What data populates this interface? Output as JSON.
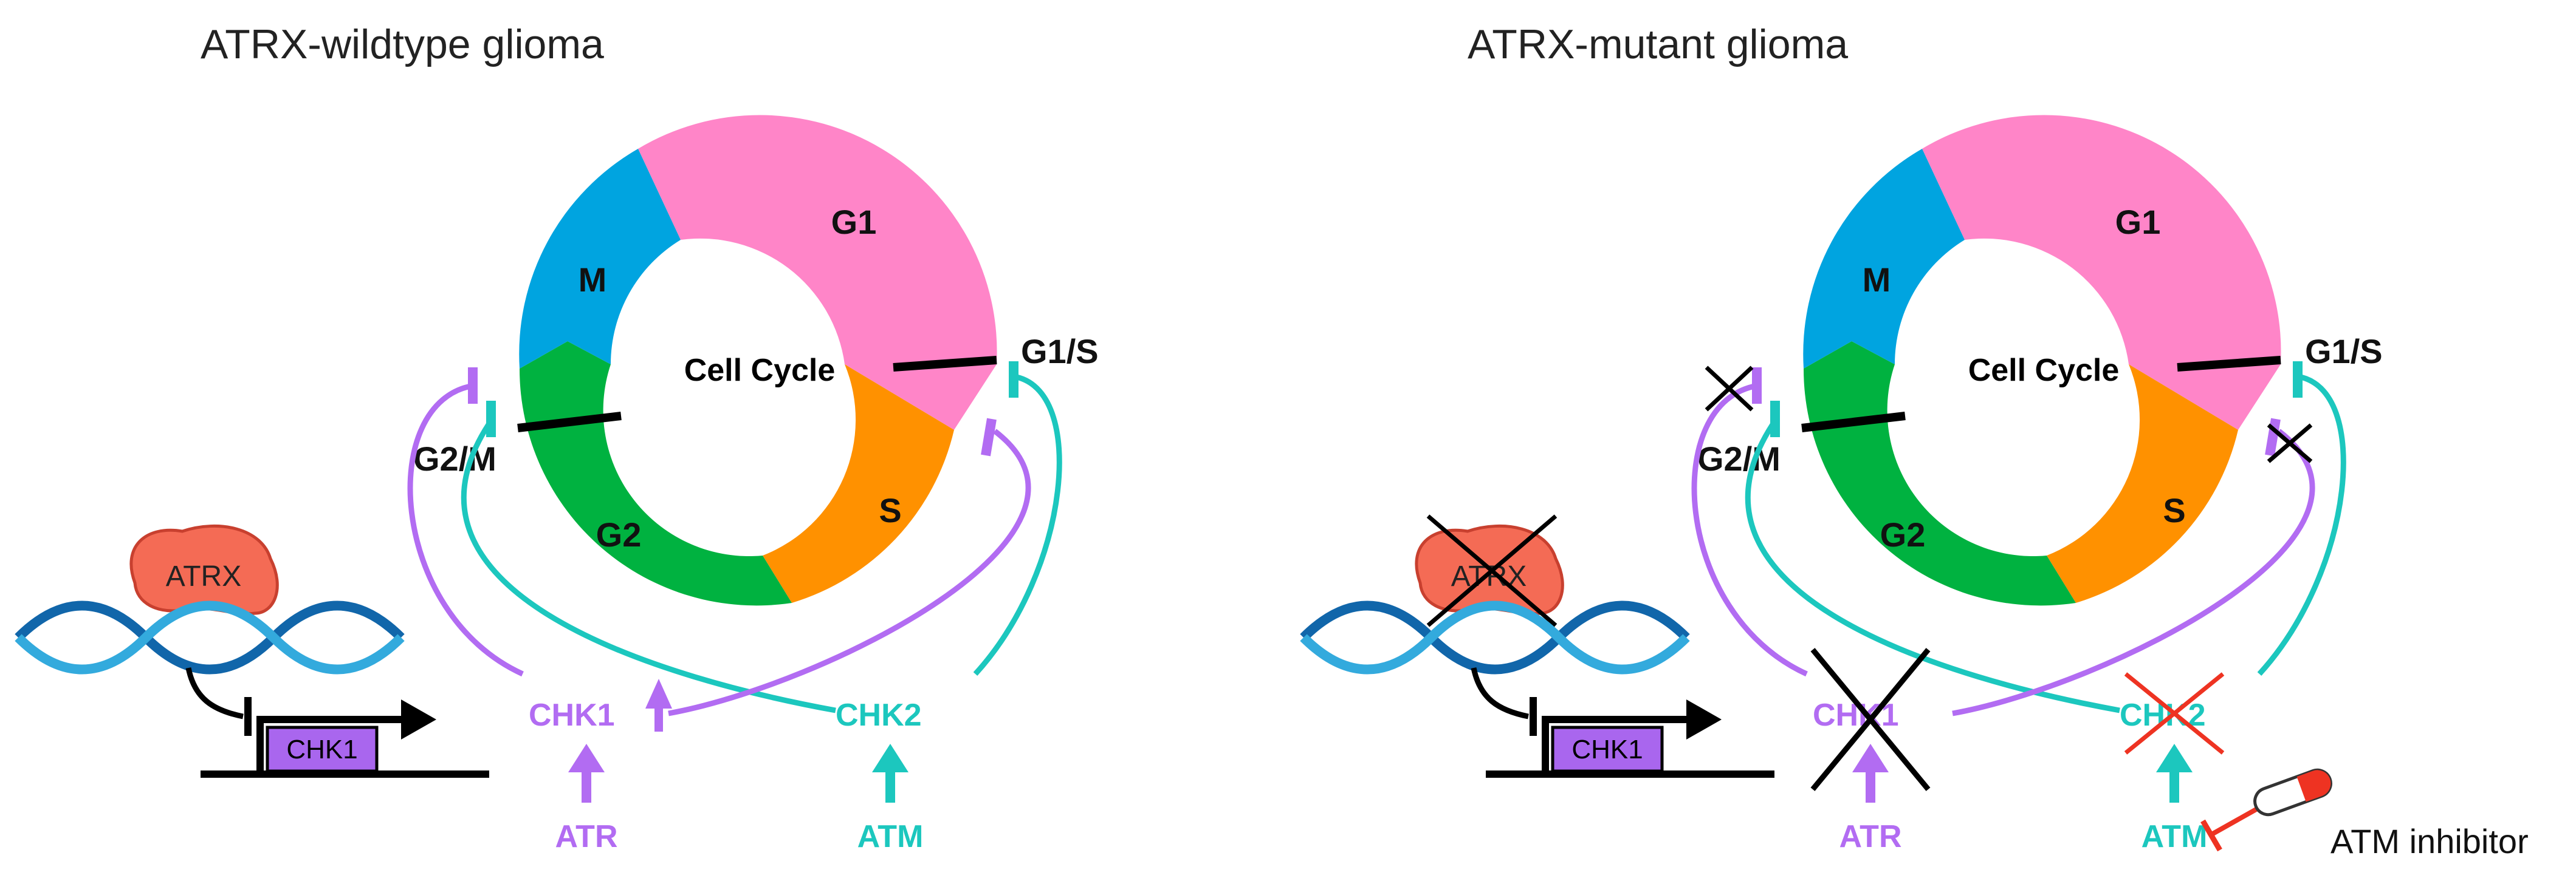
{
  "colors": {
    "g1": "#FF85C8",
    "s": "#FF9100",
    "g2": "#00B240",
    "m": "#00A4E0",
    "chk1": "#B26CF2",
    "chk2": "#1CC7BE",
    "atrx": "#F46B55",
    "chk1_gene": "#A966EE",
    "dna_dark": "#1166AA",
    "dna_light": "#33AADD",
    "inhibitor": "#EE3322"
  },
  "panels": [
    {
      "title": "ATRX-wildtype glioma",
      "cycle_label": "Cell Cycle",
      "phases": {
        "g1": "G1",
        "s": "S",
        "g2": "G2",
        "m": "M"
      },
      "checkpoints": {
        "g1s": "G1/S",
        "g2m": "G2/M"
      },
      "atrx": "ATRX",
      "gene": "CHK1",
      "chk1": "CHK1",
      "chk2": "CHK2",
      "atr": "ATR",
      "atm": "ATM"
    },
    {
      "title": "ATRX-mutant glioma",
      "cycle_label": "Cell Cycle",
      "phases": {
        "g1": "G1",
        "s": "S",
        "g2": "G2",
        "m": "M"
      },
      "checkpoints": {
        "g1s": "G1/S",
        "g2m": "G2/M"
      },
      "atrx": "ATRX",
      "gene": "CHK1",
      "chk1": "CHK1",
      "chk2": "CHK2",
      "atr": "ATR",
      "atm": "ATM",
      "inhibitor": "ATM inhibitor"
    }
  ]
}
